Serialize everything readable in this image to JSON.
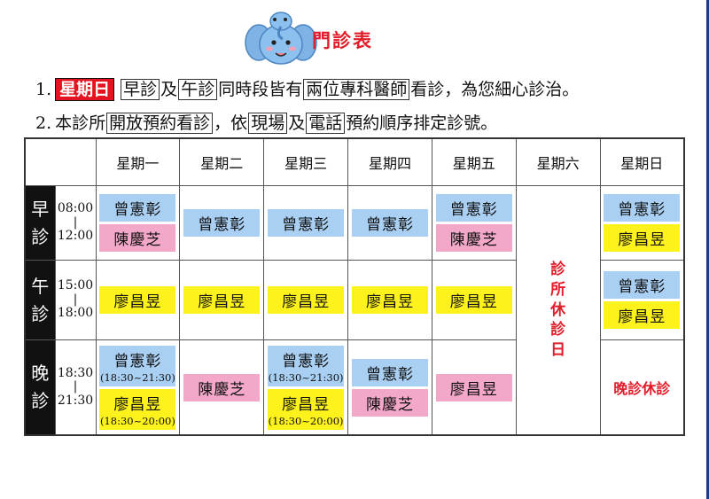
{
  "header": {
    "title": "門診表"
  },
  "notes": {
    "line1": {
      "num": "1.",
      "day": "星期日",
      "morning": "早診",
      "and1": "及",
      "afternoon": "午診",
      "mid": "同時段皆有",
      "two": "兩位專科醫師",
      "tail": "看診，為您細心診治。"
    },
    "line2": {
      "num": "2.",
      "prefix": "本診所",
      "open": "開放預約看診",
      "by": "，依",
      "onsite": "現場",
      "and": "及",
      "phone": "電話",
      "tail": "預約順序排定診號。"
    }
  },
  "table": {
    "days": [
      "星期一",
      "星期二",
      "星期三",
      "星期四",
      "星期五",
      "星期六",
      "星期日"
    ],
    "periods": {
      "morning": {
        "label_a": "早",
        "label_b": "診",
        "start": "08:00",
        "sep": "|",
        "end": "12:00"
      },
      "afternoon": {
        "label_a": "午",
        "label_b": "診",
        "start": "15:00",
        "sep": "|",
        "end": "18:00"
      },
      "evening": {
        "label_a": "晚",
        "label_b": "診",
        "start": "18:30",
        "sep": "|",
        "end": "21:30"
      }
    },
    "doctors": {
      "zeng": "曾憲彰",
      "chen": "陳慶芝",
      "liao": "廖昌昱"
    },
    "ranges": {
      "a": "(18:30~21:30)",
      "b": "(18:30~20:00)"
    },
    "saturday_closed": [
      "診",
      "所",
      "休",
      "診",
      "日"
    ],
    "sunday_evening_closed": "晚診休診"
  },
  "colors": {
    "title": "#e11d2a",
    "doctor_blue": "#a9cff3",
    "doctor_pink": "#f3a7c9",
    "doctor_yellow": "#fdf21b"
  }
}
